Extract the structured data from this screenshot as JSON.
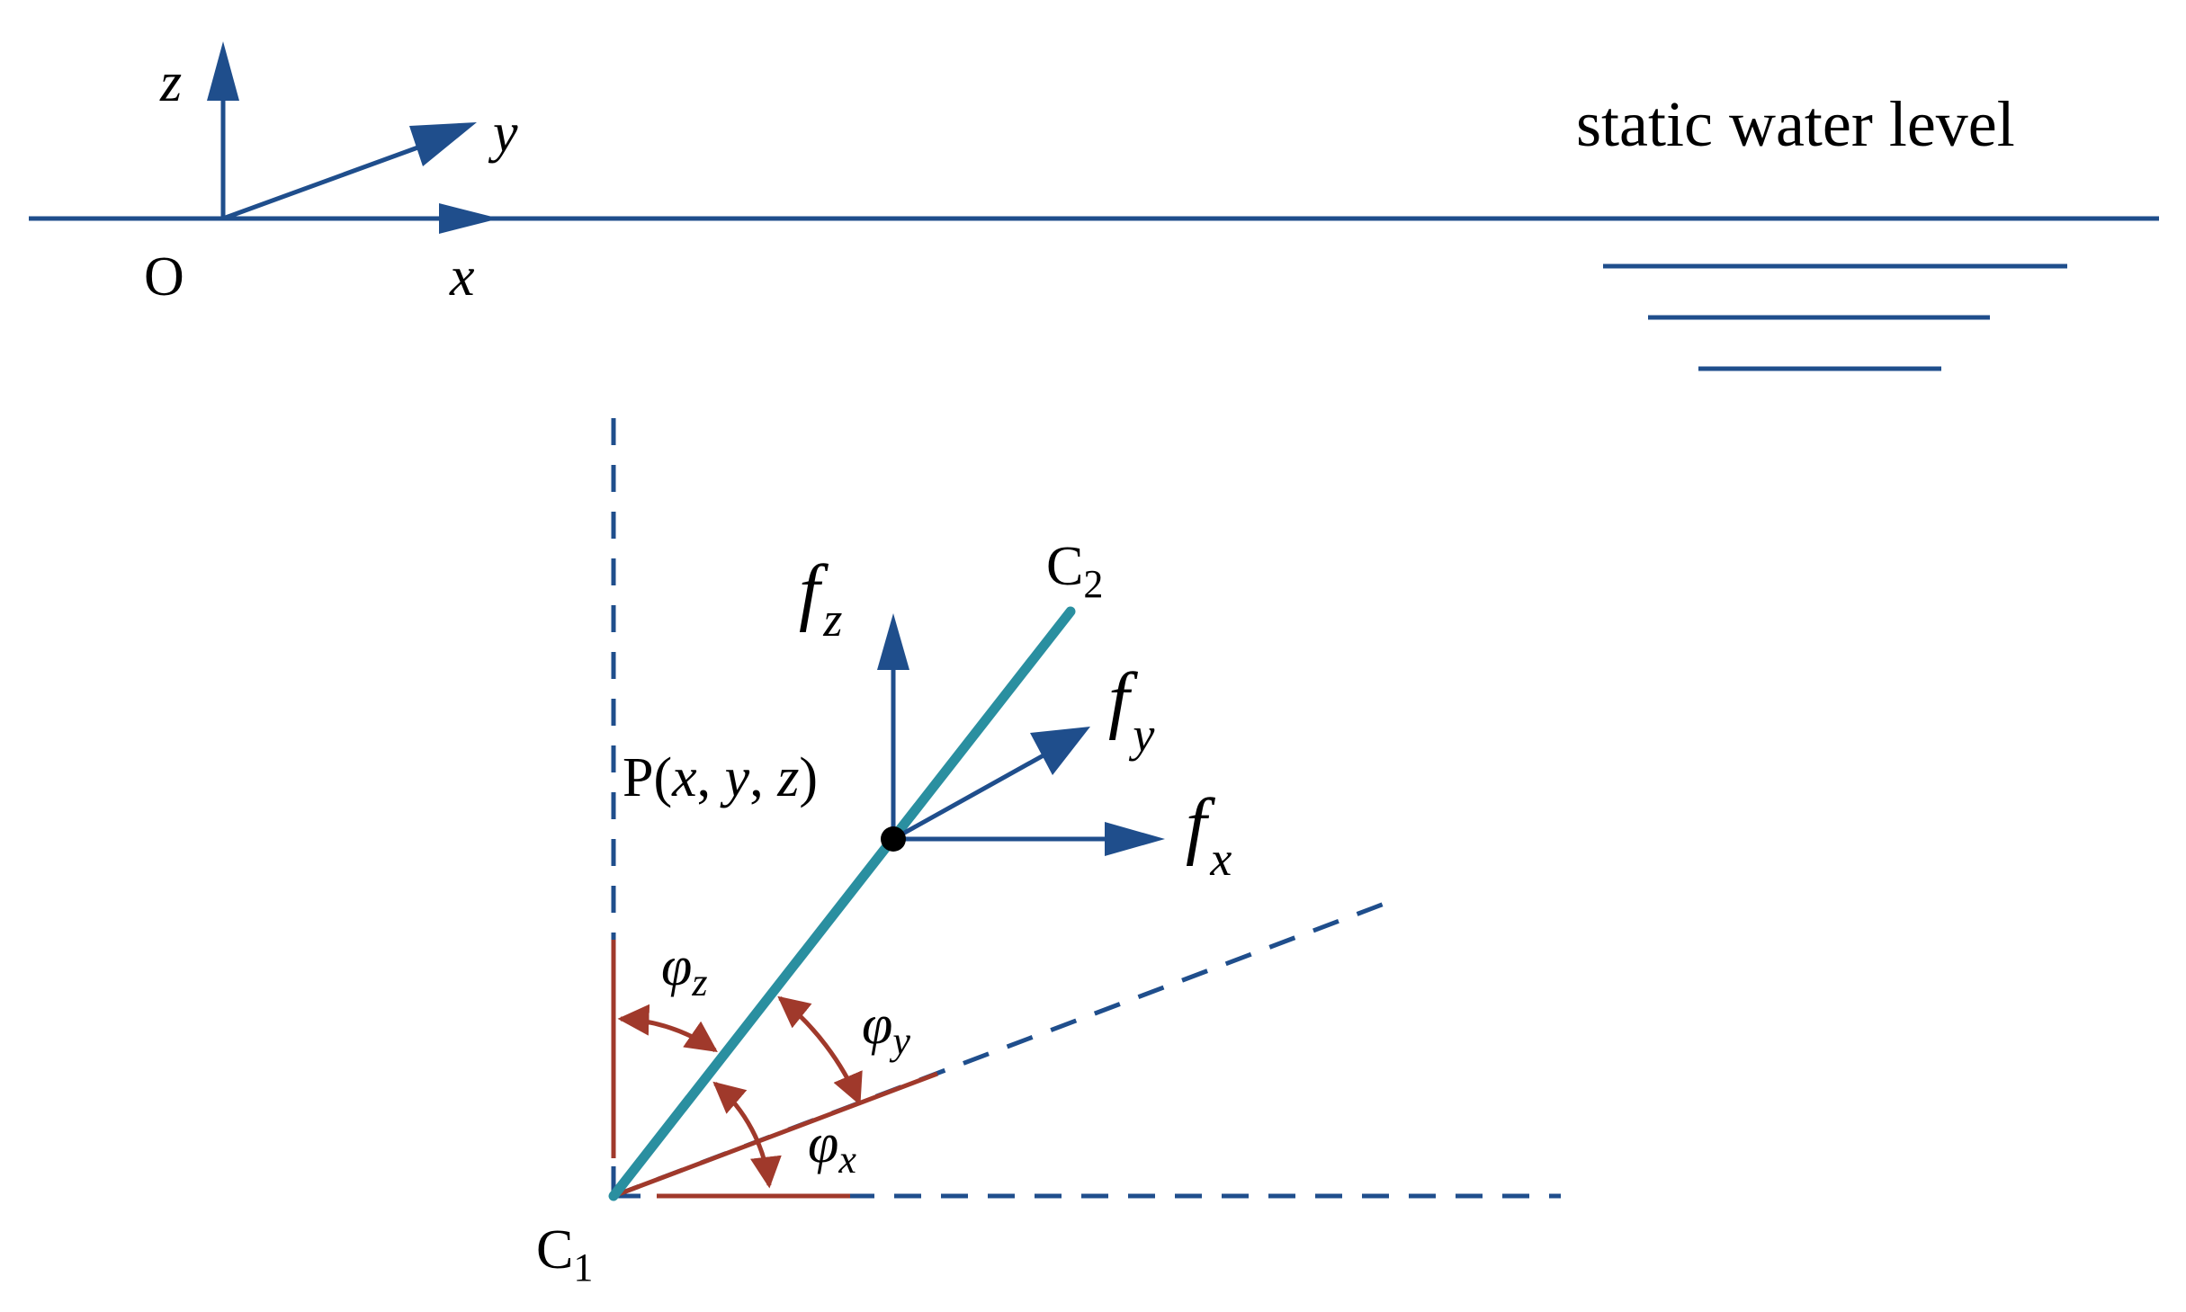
{
  "colors": {
    "axis": "#1f4e8c",
    "member": "#2a8fa0",
    "angle": "#a0392b",
    "text": "#000000"
  },
  "global_axes": {
    "origin_label": "O",
    "x_label": "x",
    "y_label": "y",
    "z_label": "z"
  },
  "water": {
    "label": "static water level"
  },
  "member": {
    "end_bottom_label": "C",
    "end_bottom_sub": "1",
    "end_top_label": "C",
    "end_top_sub": "2"
  },
  "point": {
    "prefix": "P(",
    "x": "x",
    "sep1": ", ",
    "y": "y",
    "sep2": ", ",
    "z": "z",
    "suffix": ")"
  },
  "forces": {
    "symbol": "f",
    "x_sub": "x",
    "y_sub": "y",
    "z_sub": "z"
  },
  "angles": {
    "symbol": "φ",
    "x_sub": "x",
    "y_sub": "y",
    "z_sub": "z"
  }
}
